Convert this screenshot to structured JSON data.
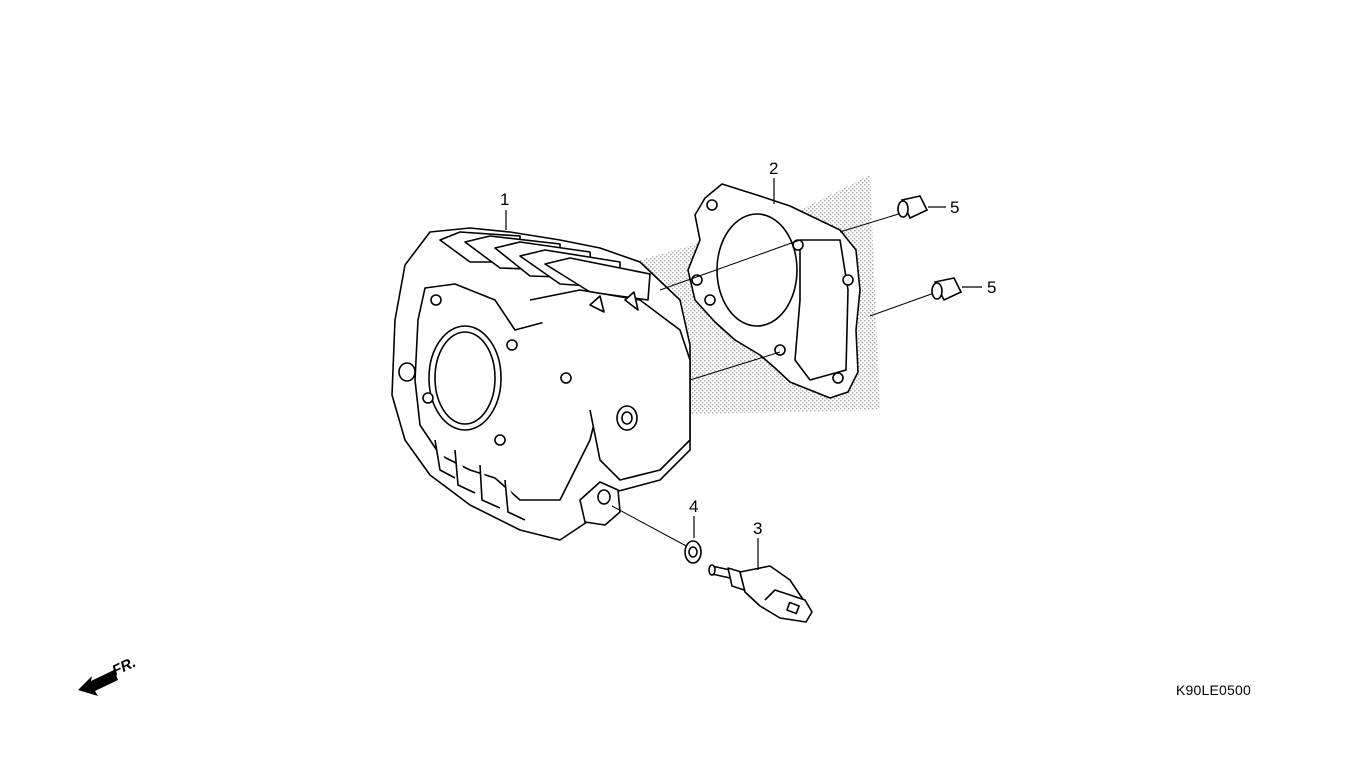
{
  "callouts": [
    {
      "id": "1",
      "label": "1"
    },
    {
      "id": "2",
      "label": "2"
    },
    {
      "id": "3",
      "label": "3"
    },
    {
      "id": "4",
      "label": "4"
    },
    {
      "id": "5a",
      "label": "5"
    },
    {
      "id": "5b",
      "label": "5"
    }
  ],
  "direction_label": "FR.",
  "diagram_code": "K90LE0500",
  "colors": {
    "ink": "#000000",
    "shade": "#9a9a9a",
    "background": "#ffffff"
  }
}
